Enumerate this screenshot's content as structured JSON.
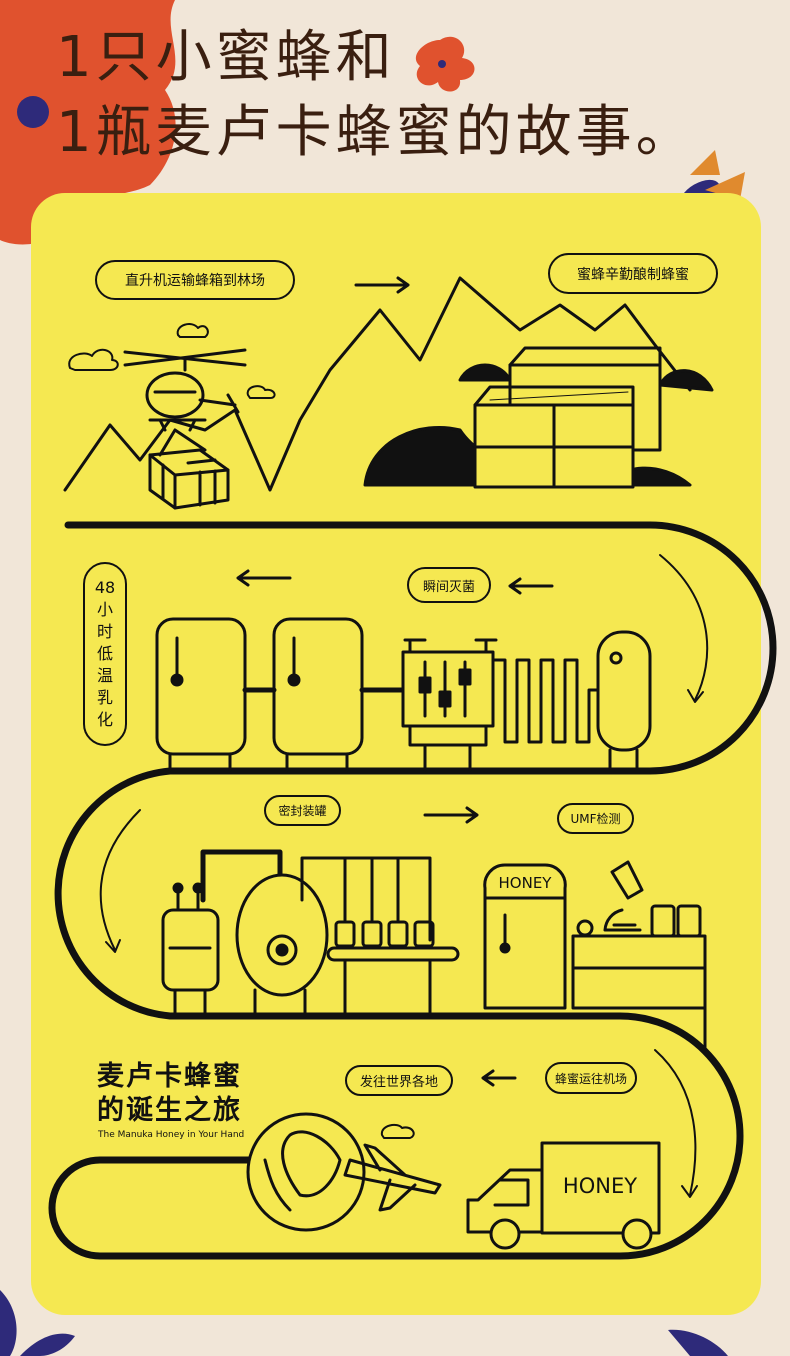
{
  "header": {
    "line1": "1只小蜜蜂和",
    "line2": "1瓶麦卢卡蜂蜜的故事。"
  },
  "steps": {
    "helicopter": "直升机运输蜂箱到林场",
    "brewing": "蜜蜂辛勤酿制蜂蜜",
    "sterilize": "瞬间灭菌",
    "emulsify_chars": [
      "48",
      "小",
      "时",
      "低",
      "温",
      "乳",
      "化"
    ],
    "sealing": "密封装罐",
    "umf": "UMF检测",
    "airport": "蜂蜜运往机场",
    "worldwide": "发往世界各地"
  },
  "brand": {
    "line1": "麦卢卡蜂蜜",
    "line2": "的诞生之旅",
    "subtitle": "The Manuka Honey in Your Hand"
  },
  "labels": {
    "fridge_honey": "HONEY",
    "truck_honey": "HONEY"
  },
  "colors": {
    "background": "#f1e6d8",
    "panel": "#f5e851",
    "accent_red": "#e0522e",
    "title": "#3a1f10"
  }
}
